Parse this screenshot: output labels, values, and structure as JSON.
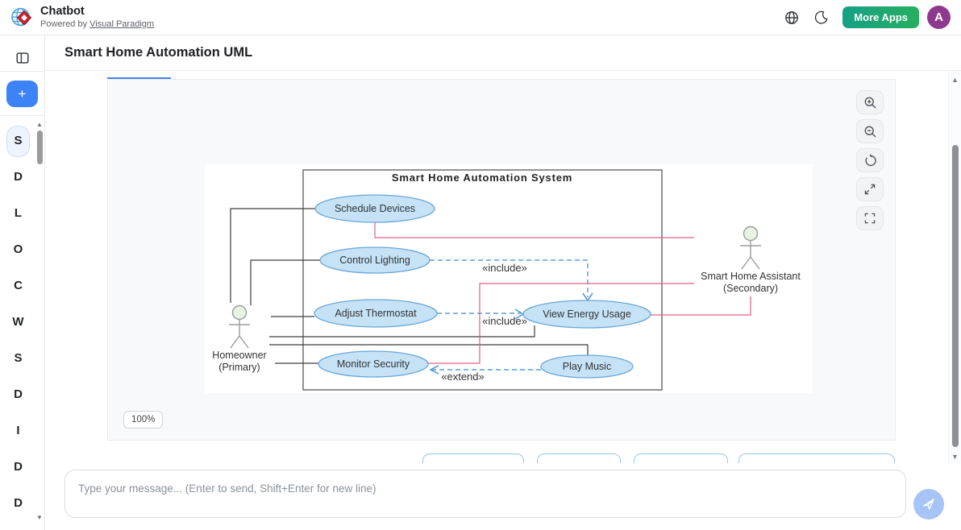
{
  "header": {
    "app_title": "Chatbot",
    "powered_by_prefix": "Powered by ",
    "powered_by_link": "Visual Paradigm",
    "more_apps_label": "More Apps",
    "avatar_letter": "A"
  },
  "sidebar": {
    "new_chat_label": "+",
    "items": [
      {
        "label": "S",
        "active": true
      },
      {
        "label": "D"
      },
      {
        "label": "L"
      },
      {
        "label": "O"
      },
      {
        "label": "C"
      },
      {
        "label": "W"
      },
      {
        "label": "S"
      },
      {
        "label": "D"
      },
      {
        "label": "I"
      },
      {
        "label": "D"
      },
      {
        "label": "D"
      }
    ]
  },
  "main": {
    "page_title": "Smart Home Automation UML",
    "zoom_level": "100%"
  },
  "viewer_toolbar": {
    "buttons": [
      "zoom-in",
      "zoom-out",
      "reset-view",
      "fit-screen",
      "fullscreen"
    ]
  },
  "composer": {
    "placeholder": "Type your message... (Enter to send, Shift+Enter for new line)"
  },
  "diagram": {
    "title": "Smart Home Automation System",
    "use_cases": [
      {
        "label": "Schedule Devices"
      },
      {
        "label": "Control Lighting"
      },
      {
        "label": "Adjust Thermostat"
      },
      {
        "label": "Monitor Security"
      },
      {
        "label": "View Energy Usage"
      },
      {
        "label": "Play Music"
      }
    ],
    "actors": [
      {
        "name": "Homeowner",
        "role": "(Primary)"
      },
      {
        "name": "Smart Home Assistant",
        "role": "(Secondary)"
      }
    ],
    "relations": [
      {
        "type": "include",
        "label": "«include»",
        "from": "Control Lighting",
        "to": "View Energy Usage"
      },
      {
        "type": "include",
        "label": "«include»",
        "from": "Adjust Thermostat",
        "to": "View Energy Usage"
      },
      {
        "type": "extend",
        "label": "«extend»",
        "from": "Play Music",
        "to": "Monitor Security"
      }
    ],
    "colors": {
      "use_case_fill": "#c5e2f7",
      "use_case_stroke": "#6ba7d8",
      "association": "#3d3d3d",
      "secondary_link": "#e06080",
      "dependency": "#5b9bd5",
      "actor_head_fill": "#e8f3e3"
    }
  }
}
